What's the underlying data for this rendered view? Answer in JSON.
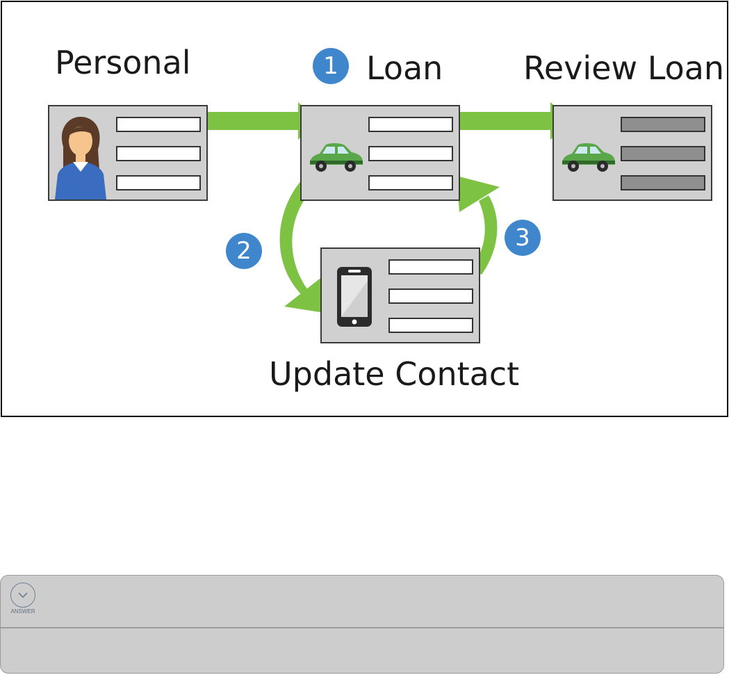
{
  "diagram": {
    "labels": {
      "personal": "Personal",
      "loan": "Loan",
      "review": "Review Loan",
      "update_contact": "Update Contact"
    },
    "steps": [
      "1",
      "2",
      "3"
    ]
  },
  "answer_panel": {
    "toggle_label": "ANSWER"
  },
  "colors": {
    "arrow_green": "#7dc242",
    "badge_blue": "#3f86cc",
    "card_gray": "#d0d0d0",
    "car_green": "#5aa64a"
  },
  "icons": [
    "person-avatar-icon",
    "car-icon",
    "smartphone-icon",
    "chevron-down-icon"
  ]
}
